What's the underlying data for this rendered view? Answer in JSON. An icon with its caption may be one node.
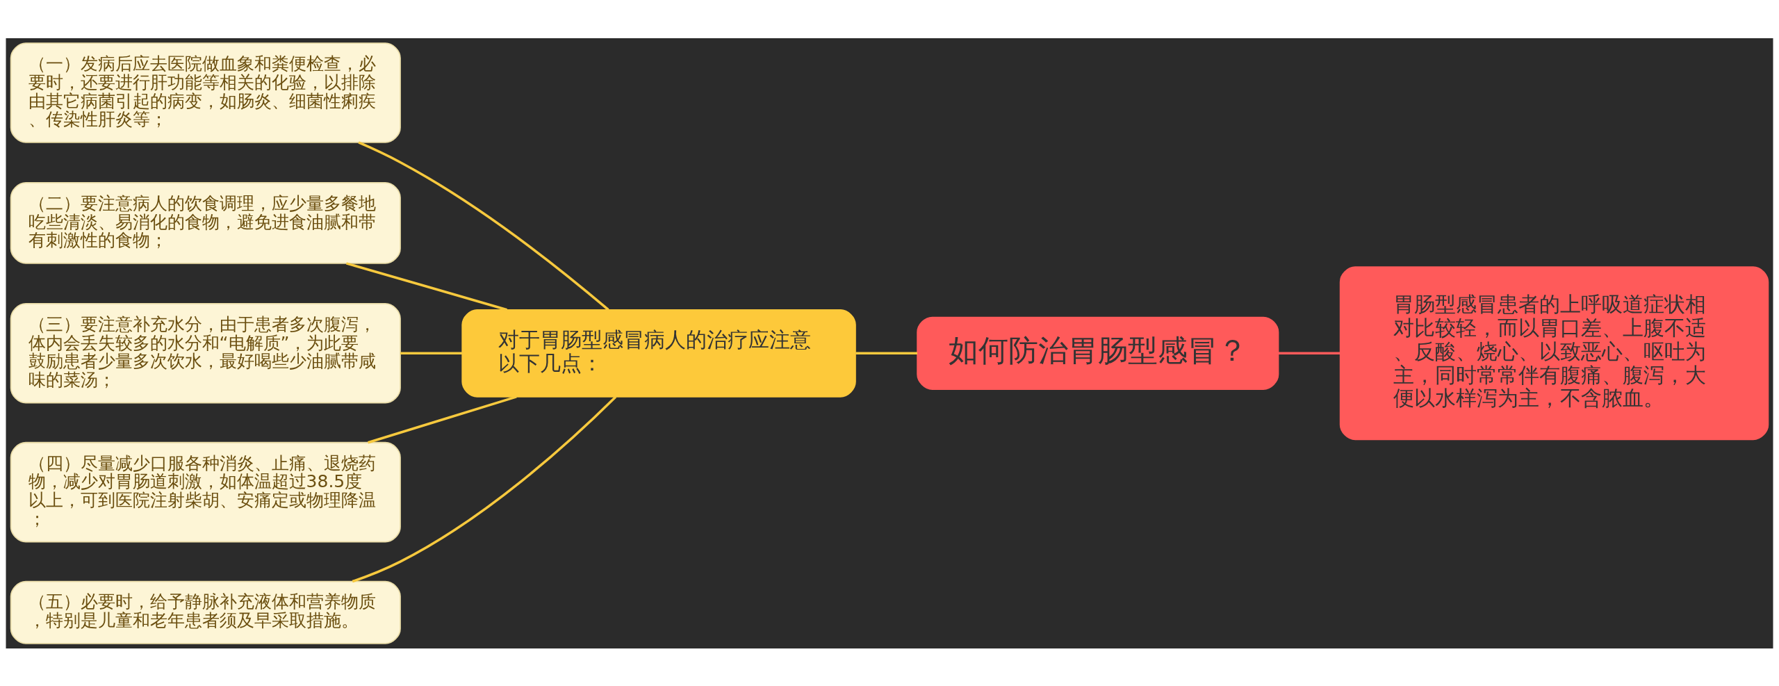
{
  "diagram": {
    "nodes": [
      {
        "text": [
          "（一）发病后应去医院做血象和粪便检查，必要时，还要进行肝功能等相关的化验，以排除由其它病菌引起的病变，如肠炎、细菌性痢疾、传染性肝炎等；"
        ]
      },
      {
        "text": [
          "（二）要注意病人的饮食调理，应少量多餐地吃些清淡、易消化的食物，避免进食油腻和带有刺激性的食物；"
        ]
      },
      {
        "text": [
          "（三）要注意补充水分，由于患者多次腹泻，体内会丢失较多的水分和“电解质”，为此要鼓励患者少量多次饮水，最好喝些少油腻带咸味的菜汤；"
        ]
      },
      {
        "text": [
          "（四）尽量减少口服各种消炎、止痛、退烧药物，减少对胃肠道刺激，如体温超过38.5度以上，可到医院注射柴胡、安痛定或物理降温；"
        ]
      },
      {
        "text": [
          "（五）必要时，给予静脉补充液体和营养物质，特别是儿童和老年患者须及早采取措施。"
        ]
      },
      {
        "text": [
          "对于胃肠型感冒病人的治疗应注意以下几点："
        ]
      },
      {
        "text": [
          "如何防治胃肠型感冒？"
        ]
      },
      {
        "text": [
          "胃肠型感冒患者的上呼吸道症状相对比较轻，而以胃口差、上腹不适、反酸、烧心、以致恶心、呕吐为主，同时常常伴有腹痛、腹泻，大便以水样泻为主，不含脓血。"
        ]
      }
    ],
    "edges": [
      {
        "from": 0,
        "to": 5,
        "arrow": "none"
      },
      {
        "from": 1,
        "to": 5,
        "arrow": "none"
      },
      {
        "from": 2,
        "to": 5,
        "arrow": "none"
      },
      {
        "from": 3,
        "to": 5,
        "arrow": "none"
      },
      {
        "from": 4,
        "to": 5,
        "arrow": "none"
      },
      {
        "from": 5,
        "to": 6,
        "arrow": "none"
      },
      {
        "from": 6,
        "to": 7,
        "arrow": "none",
        "color": "#ff5a5a"
      }
    ]
  }
}
